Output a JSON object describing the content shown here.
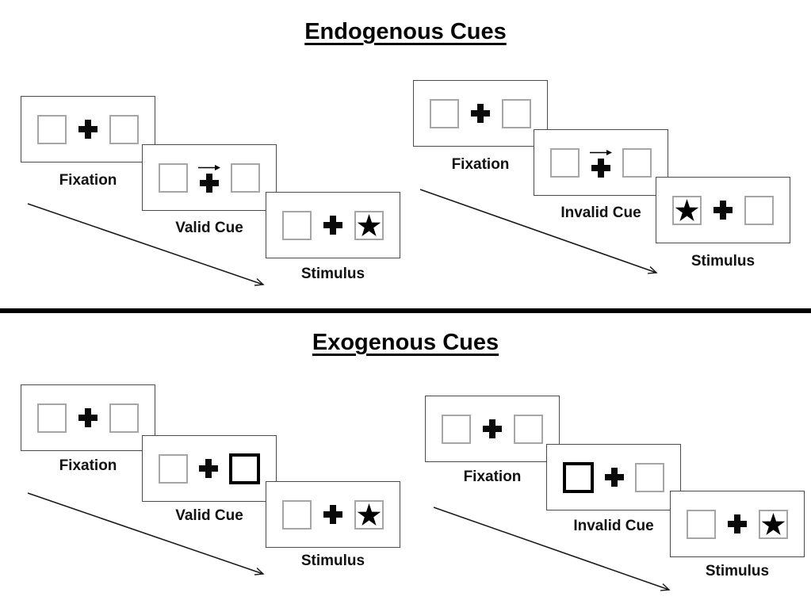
{
  "colors": {
    "background": "#ffffff",
    "panel_border": "#4a4a4a",
    "box_border": "#a6a6a6",
    "ink": "#000000"
  },
  "icons": {
    "fixation-cross": "heavy black plus",
    "cue-arrow": "thin right-pointing arrow",
    "star": "black five-point star",
    "timeline-arrow": "thin diagonal arrow pointing down-right"
  },
  "divider": {
    "style": "thick horizontal black rule"
  },
  "sections": [
    {
      "title": "Endogenous Cues",
      "groups": [
        {
          "name": "valid-trial",
          "panels": [
            {
              "label": "Fixation",
              "content": "two empty boxes with central cross"
            },
            {
              "label": "Valid Cue",
              "content": "right-pointing arrow above central cross",
              "cue": "arrow-right"
            },
            {
              "label": "Stimulus",
              "content": "star in right box",
              "star_position": "right"
            }
          ]
        },
        {
          "name": "invalid-trial",
          "panels": [
            {
              "label": "Fixation",
              "content": "two empty boxes with central cross"
            },
            {
              "label": "Invalid Cue",
              "content": "right-pointing arrow above central cross",
              "cue": "arrow-right"
            },
            {
              "label": "Stimulus",
              "content": "star in left box",
              "star_position": "left"
            }
          ]
        }
      ]
    },
    {
      "title": "Exogenous Cues",
      "groups": [
        {
          "name": "valid-trial",
          "panels": [
            {
              "label": "Fixation",
              "content": "two empty boxes with central cross"
            },
            {
              "label": "Valid Cue",
              "content": "right box highlighted with bold border",
              "cue": "bold-box-right"
            },
            {
              "label": "Stimulus",
              "content": "star in right box",
              "star_position": "right"
            }
          ]
        },
        {
          "name": "invalid-trial",
          "panels": [
            {
              "label": "Fixation",
              "content": "two empty boxes with central cross"
            },
            {
              "label": "Invalid Cue",
              "content": "left box highlighted with bold border",
              "cue": "bold-box-left"
            },
            {
              "label": "Stimulus",
              "content": "star in right box",
              "star_position": "right"
            }
          ]
        }
      ]
    }
  ]
}
